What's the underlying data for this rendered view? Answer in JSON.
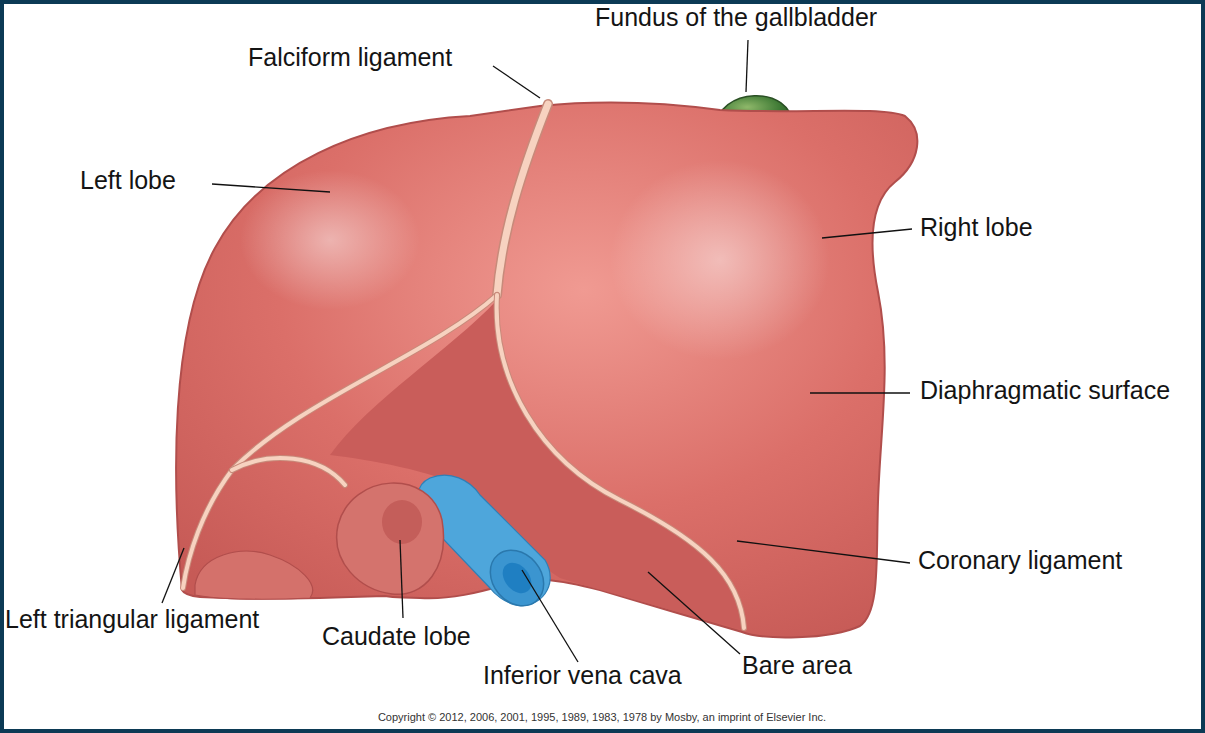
{
  "diagram": {
    "caption": "Copyright © 2012, 2006, 2001, 1995, 1989, 1983, 1978 by Mosby, an imprint of Elsevier Inc.",
    "labels": [
      "Fundus of the gallbladder",
      "Falciform ligament",
      "Left lobe",
      "Right lobe",
      "Diaphragmatic surface",
      "Coronary ligament",
      "Left triangular ligament",
      "Caudate lobe",
      "Inferior vena cava",
      "Bare area"
    ]
  }
}
